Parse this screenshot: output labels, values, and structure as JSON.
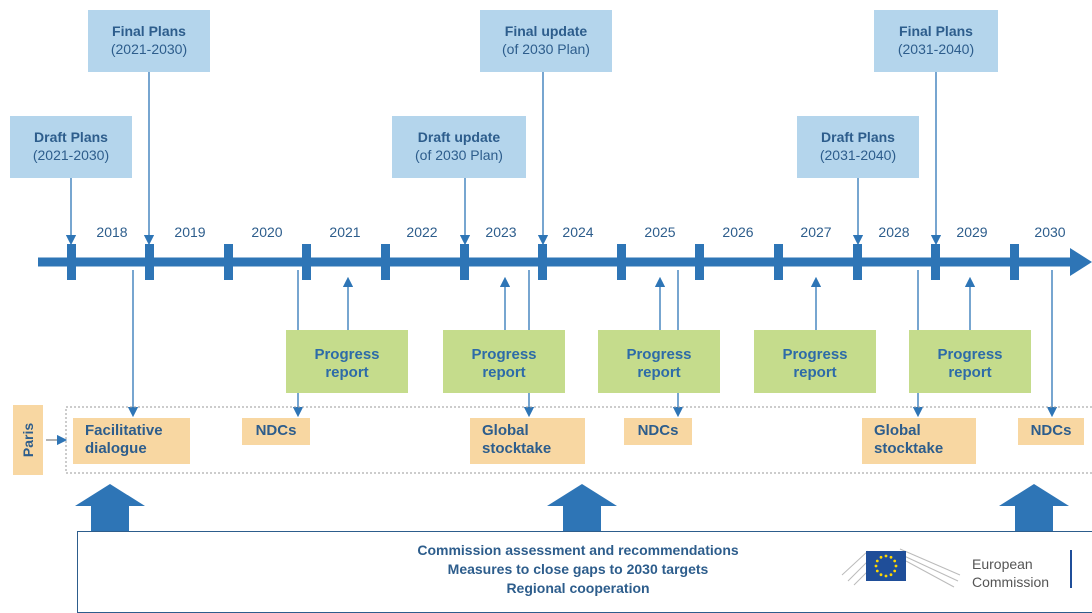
{
  "plans": [
    {
      "id": "draft-2021",
      "title": "Draft Plans",
      "sub": "(2021-2030)"
    },
    {
      "id": "final-2021",
      "title": "Final Plans",
      "sub": "(2021-2030)"
    },
    {
      "id": "draft-update",
      "title": "Draft update",
      "sub": "(of 2030 Plan)"
    },
    {
      "id": "final-update",
      "title": "Final update",
      "sub": "(of 2030 Plan)"
    },
    {
      "id": "draft-2031",
      "title": "Draft Plans",
      "sub": "(2031-2040)"
    },
    {
      "id": "final-2031",
      "title": "Final Plans",
      "sub": "(2031-2040)"
    }
  ],
  "years": [
    "2018",
    "2019",
    "2020",
    "2021",
    "2022",
    "2023",
    "2024",
    "2025",
    "2026",
    "2027",
    "2028",
    "2029",
    "2030"
  ],
  "progress": [
    {
      "line1": "Progress",
      "line2": "report"
    },
    {
      "line1": "Progress",
      "line2": "report"
    },
    {
      "line1": "Progress",
      "line2": "report"
    },
    {
      "line1": "Progress",
      "line2": "report"
    },
    {
      "line1": "Progress",
      "line2": "report"
    }
  ],
  "paris_label": "Paris",
  "paris_items": [
    {
      "line1": "Facilitative",
      "line2": "dialogue"
    },
    {
      "line1": "NDCs",
      "line2": ""
    },
    {
      "line1": "Global",
      "line2": "stocktake"
    },
    {
      "line1": "NDCs",
      "line2": ""
    },
    {
      "line1": "Global",
      "line2": "stocktake"
    },
    {
      "line1": "NDCs",
      "line2": ""
    }
  ],
  "commission": {
    "lines": [
      "Commission assessment and recommendations",
      "Measures to close gaps to 2030 targets",
      "Regional cooperation"
    ],
    "logo_line1": "European",
    "logo_line2": "Commission"
  },
  "colors": {
    "axis": "#2e75b6",
    "plan": "#b4d5ec",
    "progress": "#c5dc8c",
    "paris": "#f8d7a2",
    "text": "#2d5d8c"
  }
}
